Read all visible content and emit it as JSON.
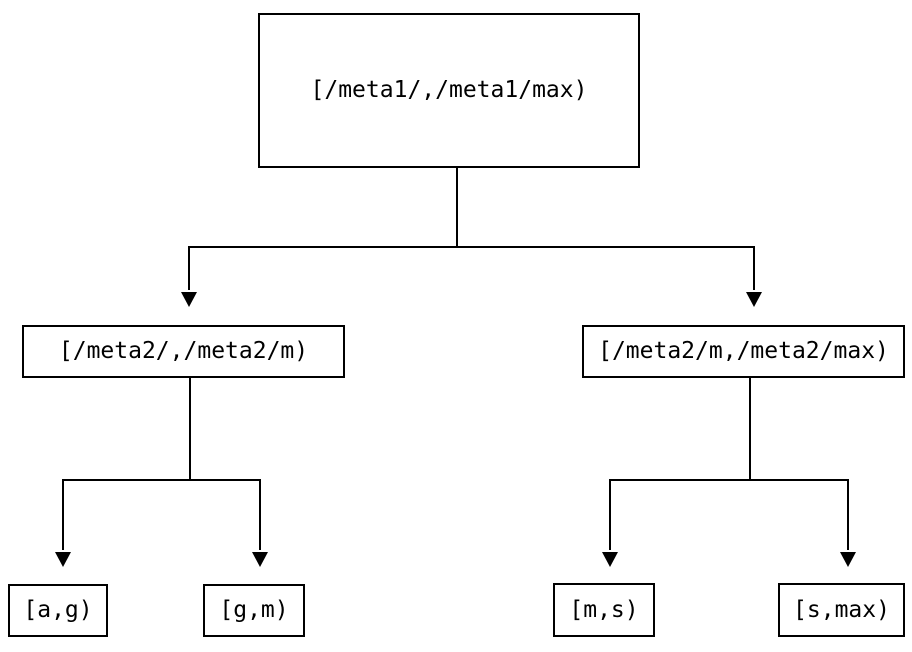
{
  "diagram": {
    "type": "tree",
    "colors": {
      "background": "#ffffff",
      "stroke": "#000000",
      "box_fill": "#ffffff",
      "text": "#000000"
    },
    "nodes": [
      {
        "id": "meta1-root",
        "level": 0,
        "label": "[/meta1/,/meta1/max)"
      },
      {
        "id": "meta2-left",
        "level": 1,
        "label": "[/meta2/,/meta2/m)"
      },
      {
        "id": "meta2-right",
        "level": 1,
        "label": "[/meta2/m,/meta2/max)"
      },
      {
        "id": "leaf-a-g",
        "level": 2,
        "label": "[a,g)"
      },
      {
        "id": "leaf-g-m",
        "level": 2,
        "label": "[g,m)"
      },
      {
        "id": "leaf-m-s",
        "level": 2,
        "label": "[m,s)"
      },
      {
        "id": "leaf-s-max",
        "level": 2,
        "label": "[s,max)"
      }
    ],
    "edges": [
      {
        "from": "meta1-root",
        "to": "meta2-left"
      },
      {
        "from": "meta1-root",
        "to": "meta2-right"
      },
      {
        "from": "meta2-left",
        "to": "leaf-a-g"
      },
      {
        "from": "meta2-left",
        "to": "leaf-g-m"
      },
      {
        "from": "meta2-right",
        "to": "leaf-m-s"
      },
      {
        "from": "meta2-right",
        "to": "leaf-s-max"
      }
    ]
  }
}
